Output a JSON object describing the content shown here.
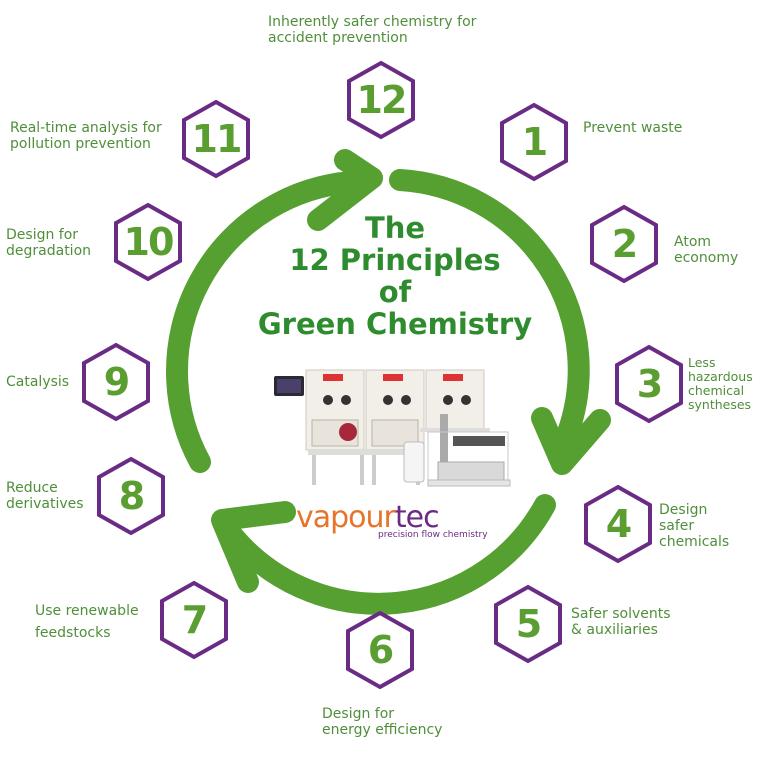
{
  "title": "The\n12 Principles\nof\nGreen Chemistry",
  "colors": {
    "arrow_green": "#55a030",
    "title_green": "#2e8b2e",
    "number_green": "#5a9e32",
    "label_green": "#4f8f3a",
    "hex_purple": "#6a2b85",
    "logo_orange": "#e8742c",
    "logo_purple": "#6a2b85"
  },
  "principles": [
    {
      "number": "1",
      "label": "Prevent waste"
    },
    {
      "number": "2",
      "label": "Atom\neconomy"
    },
    {
      "number": "3",
      "label": "Less\nhazardous\nchemical\nsyntheses"
    },
    {
      "number": "4",
      "label": "Design\nsafer\nchemicals"
    },
    {
      "number": "5",
      "label": "Safer solvents\n& auxiliaries"
    },
    {
      "number": "6",
      "label": "Design for\nenergy efficiency"
    },
    {
      "number": "7",
      "label": "Use renewable\nfeedstocks"
    },
    {
      "number": "8",
      "label": "Reduce\nderivatives"
    },
    {
      "number": "9",
      "label": "Catalysis"
    },
    {
      "number": "10",
      "label": "Design for\ndegradation"
    },
    {
      "number": "11",
      "label": "Real-time analysis for\npollution prevention"
    },
    {
      "number": "12",
      "label": "Inherently safer chemistry for\naccident prevention"
    }
  ],
  "logo": {
    "word_part1": "vapour",
    "word_part2": "tec",
    "tagline": "precision flow chemistry"
  },
  "image": {
    "semantic": "flow-chemistry-equipment-photo"
  }
}
